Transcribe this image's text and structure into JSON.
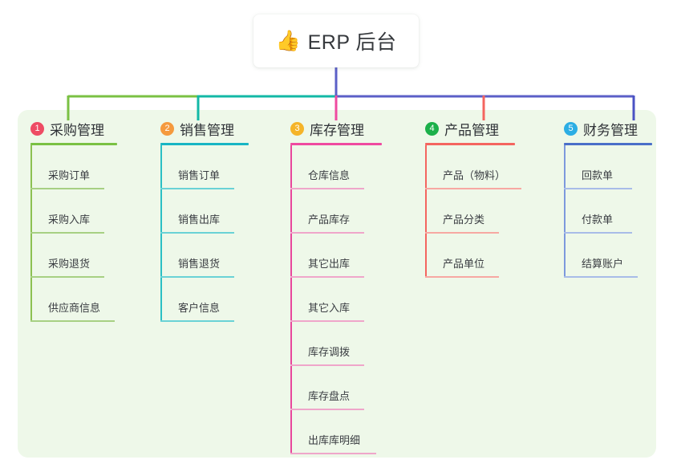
{
  "root": {
    "icon": "thumbs-up-icon",
    "icon_glyph": "👍",
    "label": "ERP 后台"
  },
  "panel": {
    "background": "#eef8e9"
  },
  "trunk": {
    "color": "#5b5fc7"
  },
  "columns": [
    {
      "number": "1",
      "title": "采购管理",
      "badge_color": "#ee4c64",
      "rule_color": "#7ac143",
      "spine_color": "#8cc152",
      "item_rule_color": "#a7d083",
      "bus_color": "#7ac143",
      "items": [
        "采购订单",
        "采购入库",
        "采购退货",
        "供应商信息"
      ]
    },
    {
      "number": "2",
      "title": "销售管理",
      "badge_color": "#f59a3e",
      "rule_color": "#18b5c4",
      "spine_color": "#2bbfc4",
      "item_rule_color": "#6ad2d6",
      "bus_color": "#12b8a6",
      "items": [
        "销售订单",
        "销售出库",
        "销售退货",
        "客户信息"
      ]
    },
    {
      "number": "3",
      "title": "库存管理",
      "badge_color": "#f5b429",
      "rule_color": "#ef4aa0",
      "spine_color": "#e8479c",
      "item_rule_color": "#efa6ca",
      "bus_color": "#ef4aa0",
      "items": [
        "仓库信息",
        "产品库存",
        "其它出库",
        "其它入库",
        "库存调拨",
        "库存盘点",
        "出库库明细"
      ]
    },
    {
      "number": "4",
      "title": "产品管理",
      "badge_color": "#1cb04a",
      "rule_color": "#f4655f",
      "spine_color": "#f4655f",
      "item_rule_color": "#f7a8a2",
      "bus_color": "#f4655f",
      "items": [
        "产品（物料）",
        "产品分类",
        "产品单位"
      ]
    },
    {
      "number": "5",
      "title": "财务管理",
      "badge_color": "#2caee4",
      "rule_color": "#4a6fc9",
      "spine_color": "#7d99dd",
      "item_rule_color": "#a8bce8",
      "bus_color": "#4a52c4",
      "items": [
        "回款单",
        "付款单",
        "结算账户"
      ]
    }
  ]
}
